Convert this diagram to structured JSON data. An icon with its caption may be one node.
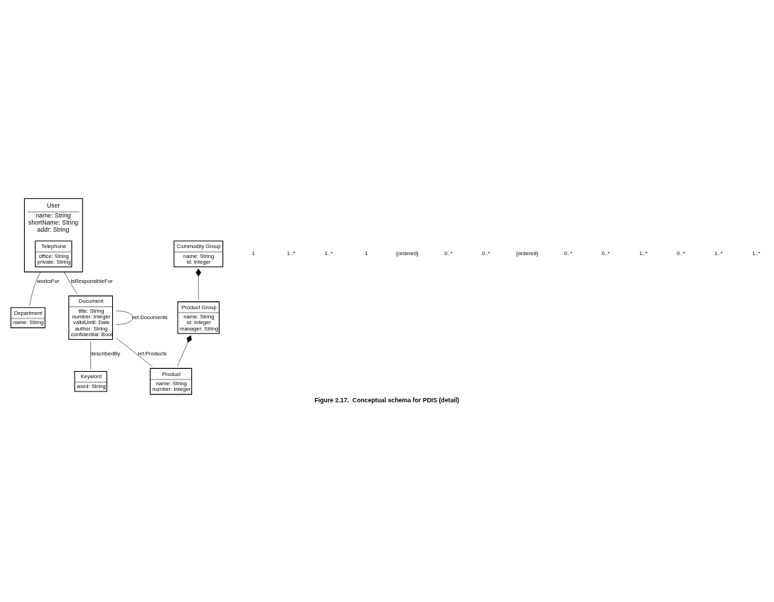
{
  "diagram": {
    "caption": "Figure 2.17.  Conceptual schema for PDIS (detail)",
    "nodes": [
      {
        "text": [
          "Department",
          "name: String"
        ]
      },
      {
        "text": [
          "User",
          "name: String",
          "shortName: String",
          "addr: String"
        ]
      },
      {
        "text": [
          "Telephone",
          "office: String",
          "private: String"
        ],
        "in": 1
      },
      {
        "text": [
          "Commodity Group",
          "name: String",
          "id: Integer"
        ]
      },
      {
        "text": [
          "Product Group",
          "name: String",
          "id: Integer",
          "manager: String"
        ]
      },
      {
        "text": [
          "Document",
          "title: String",
          "number: Integer",
          "validUntil: Date",
          "author: String",
          "confidential: Bool"
        ]
      },
      {
        "text": [
          "Keyword",
          "word: String"
        ]
      },
      {
        "text": [
          "Product",
          "name: String",
          "number: Integer"
        ]
      }
    ],
    "edges": [
      {
        "from": 1,
        "to": 0,
        "arrow": "none",
        "label": "worksFor"
      },
      {
        "from": 1,
        "to": 5,
        "arrow": "none",
        "label": "isResponsibleFor"
      },
      {
        "from": 5,
        "to": 5,
        "arrow": "none",
        "label": "ref.Documents"
      },
      {
        "from": 3,
        "to": 4,
        "arrow": "other"
      },
      {
        "from": 4,
        "to": 7,
        "arrow": "other"
      },
      {
        "from": 5,
        "to": 7,
        "arrow": "none",
        "label": "ref.Products"
      },
      {
        "from": 5,
        "to": 6,
        "arrow": "none",
        "label": "describedBy"
      }
    ],
    "labels": [
      "1",
      "1..*",
      "1..*",
      "1",
      "{ordered}",
      "0..*",
      "0..*",
      "{ordered}",
      "0..*",
      "0..*",
      "1..*",
      "0..*",
      "1..*",
      "1..*"
    ]
  }
}
